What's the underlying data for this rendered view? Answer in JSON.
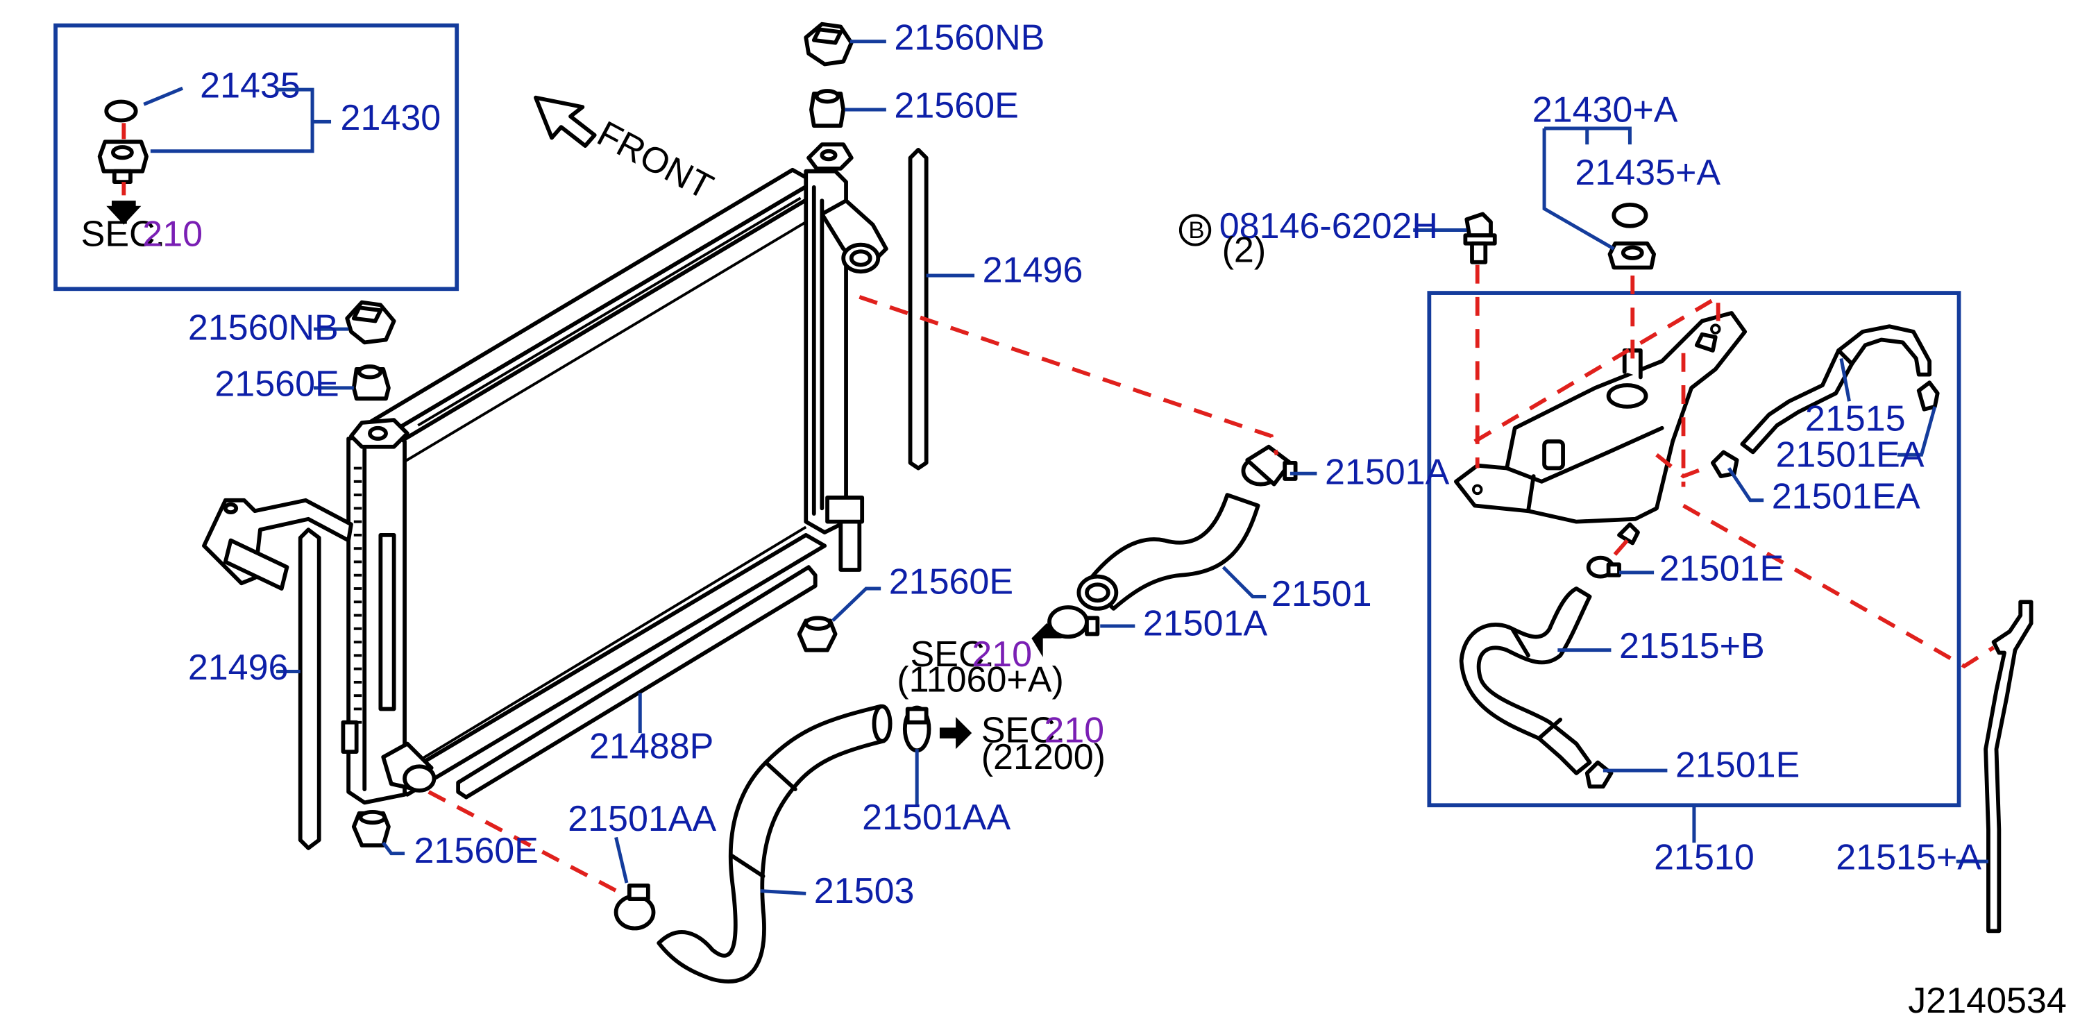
{
  "diagram_id": "J2140534",
  "labels": {
    "p21435": "21435",
    "p21430": "21430",
    "inset_sec": "SEC.",
    "inset_sec_num": "210",
    "front": "FRONT",
    "p21560NB_top": "21560NB",
    "p21560E_top": "21560E",
    "p21560NB_left": "21560NB",
    "p21560E_left": "21560E",
    "p21496_right": "21496",
    "p21496_left": "21496",
    "p21560E_mid": "21560E",
    "p21488P": "21488P",
    "p21560E_bottom": "21560E",
    "p21501AA_left": "21501AA",
    "p21501AA_right": "21501AA",
    "p21503": "21503",
    "p21501A_top": "21501A",
    "p21501": "21501",
    "p21501A_low": "21501A",
    "sec1": "SEC.",
    "sec1_num": "210",
    "sec1_sub": "(11060+A)",
    "sec2": "SEC.",
    "sec2_num": "210",
    "sec2_sub": "(21200)",
    "bolt_circle": "B",
    "bolt_part": "08146-6202H",
    "bolt_qty": "(2)",
    "p21430A": "21430+A",
    "p21435A": "21435+A",
    "p21515": "21515",
    "p21501EA_1": "21501EA",
    "p21501EA_2": "21501EA",
    "p21501E_1": "21501E",
    "p21515B": "21515+B",
    "p21501E_2": "21501E",
    "p21510": "21510",
    "p21515A": "21515+A"
  }
}
